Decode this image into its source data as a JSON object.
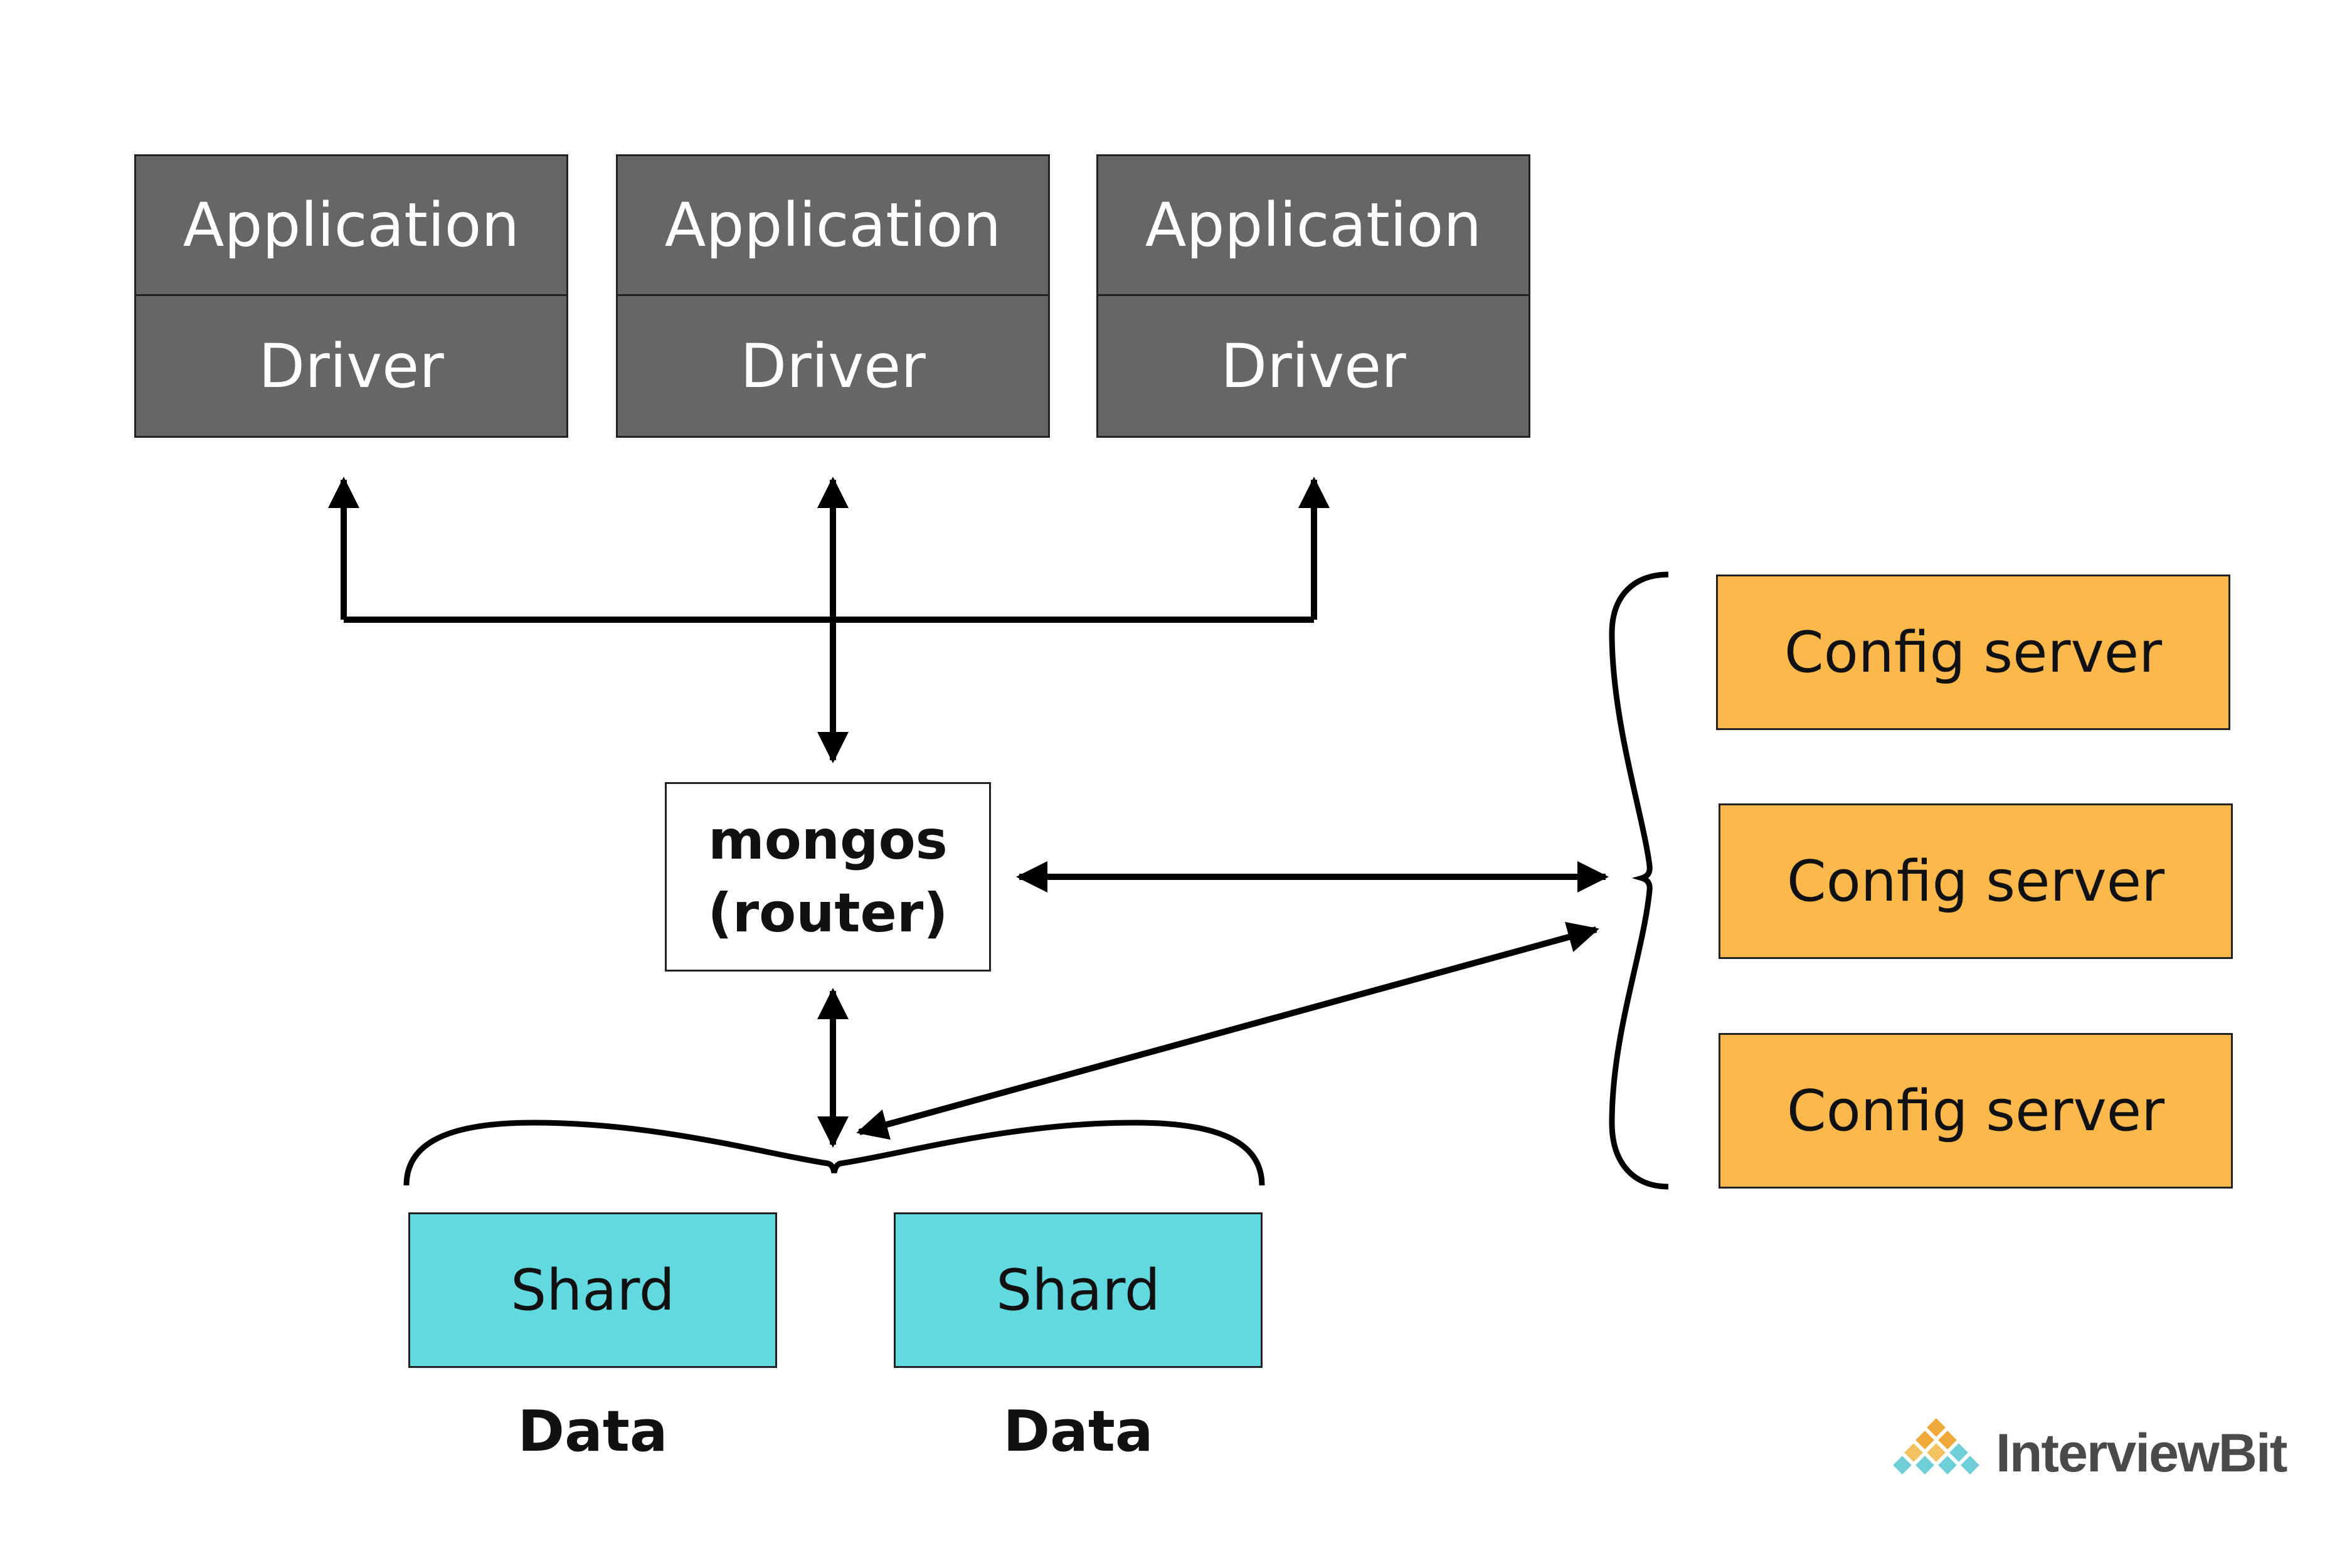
{
  "clients": [
    {
      "application": "Application",
      "driver": "Driver"
    },
    {
      "application": "Application",
      "driver": "Driver"
    },
    {
      "application": "Application",
      "driver": "Driver"
    }
  ],
  "router": {
    "line1": "mongos",
    "line2": "(router)"
  },
  "config_servers": [
    {
      "label": "Config server"
    },
    {
      "label": "Config server"
    },
    {
      "label": "Config server"
    }
  ],
  "shards": [
    {
      "label": "Shard",
      "caption": "Data"
    },
    {
      "label": "Shard",
      "caption": "Data"
    }
  ],
  "brand": {
    "name": "InterviewBit"
  },
  "colors": {
    "client": "#666666",
    "config": "#fbb84b",
    "shard": "#62d9df",
    "router": "#ffffff",
    "line": "#000000"
  }
}
